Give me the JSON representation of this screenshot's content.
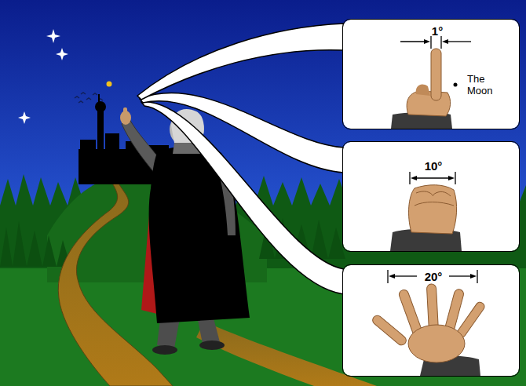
{
  "diagram": {
    "nodes": [
      {
        "text": [
          "1°",
          "The Moon"
        ]
      },
      {
        "text": [
          "10°"
        ]
      },
      {
        "text": [
          "20°"
        ]
      }
    ]
  }
}
